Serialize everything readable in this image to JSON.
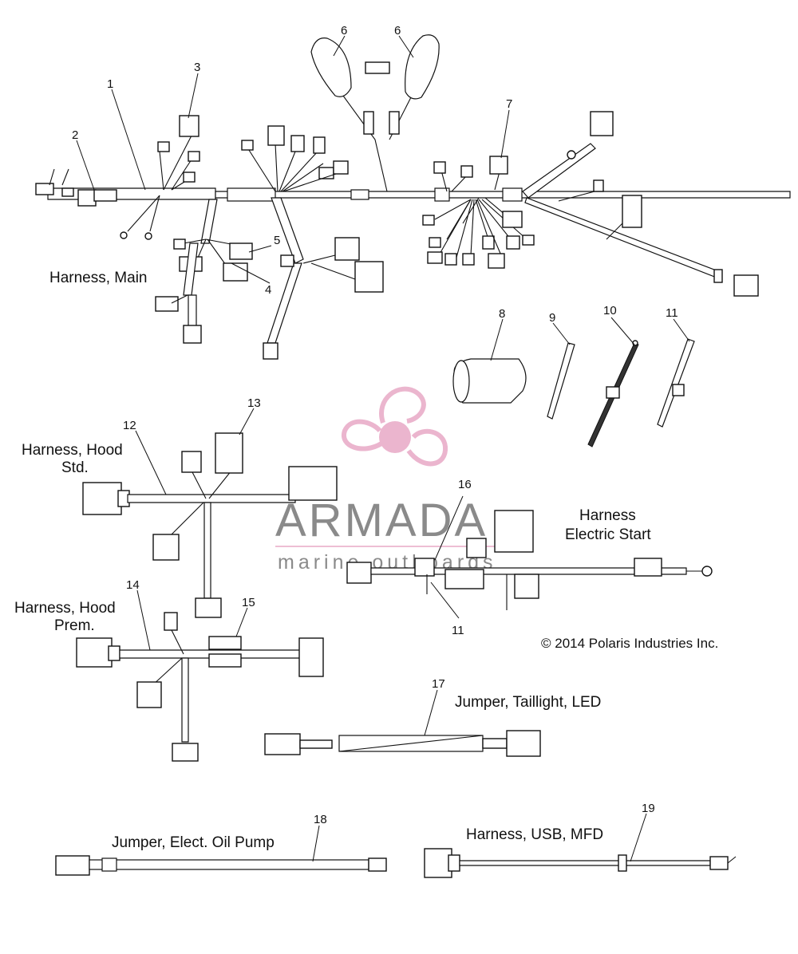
{
  "callouts": [
    "1",
    "2",
    "3",
    "4",
    "5",
    "6",
    "6",
    "7",
    "8",
    "9",
    "10",
    "11",
    "12",
    "13",
    "14",
    "15",
    "11",
    "16",
    "17",
    "18",
    "19"
  ],
  "labels": {
    "harness_main": "Harness, Main",
    "harness_hood_std_1": "Harness, Hood",
    "harness_hood_std_2": "Std.",
    "harness_hood_prem_1": "Harness, Hood",
    "harness_hood_prem_2": "Prem.",
    "harness_electric_start_1": "Harness",
    "harness_electric_start_2": "Electric Start",
    "jumper_taillight": "Jumper, Taillight, LED",
    "jumper_oil_pump": "Jumper, Elect. Oil Pump",
    "harness_usb": "Harness, USB, MFD"
  },
  "copyright": "© 2014 Polaris Industries Inc.",
  "watermark": {
    "brand": "ARMADA",
    "tagline": "marine outboards",
    "logo_color": "#e8a9c6",
    "text_color": "#8a8a8a"
  }
}
